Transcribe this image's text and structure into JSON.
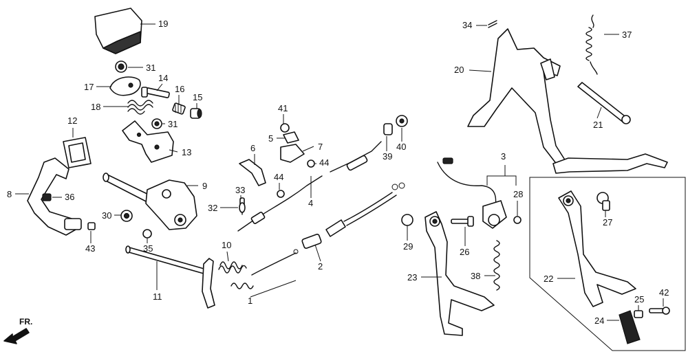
{
  "direction_label": "FR.",
  "callouts": [
    {
      "id": "1",
      "text": "1"
    },
    {
      "id": "2",
      "text": "2"
    },
    {
      "id": "3",
      "text": "3"
    },
    {
      "id": "4",
      "text": "4"
    },
    {
      "id": "5",
      "text": "5"
    },
    {
      "id": "6",
      "text": "6"
    },
    {
      "id": "7",
      "text": "7"
    },
    {
      "id": "8",
      "text": "8"
    },
    {
      "id": "9",
      "text": "9"
    },
    {
      "id": "10",
      "text": "10"
    },
    {
      "id": "11",
      "text": "11"
    },
    {
      "id": "12",
      "text": "12"
    },
    {
      "id": "13",
      "text": "13"
    },
    {
      "id": "14",
      "text": "14"
    },
    {
      "id": "15",
      "text": "15"
    },
    {
      "id": "16",
      "text": "16"
    },
    {
      "id": "17",
      "text": "17"
    },
    {
      "id": "18",
      "text": "18"
    },
    {
      "id": "19",
      "text": "19"
    },
    {
      "id": "20",
      "text": "20"
    },
    {
      "id": "21",
      "text": "21"
    },
    {
      "id": "22",
      "text": "22"
    },
    {
      "id": "23",
      "text": "23"
    },
    {
      "id": "24",
      "text": "24"
    },
    {
      "id": "25",
      "text": "25"
    },
    {
      "id": "26",
      "text": "26"
    },
    {
      "id": "27",
      "text": "27"
    },
    {
      "id": "28",
      "text": "28"
    },
    {
      "id": "29",
      "text": "29"
    },
    {
      "id": "30",
      "text": "30"
    },
    {
      "id": "31a",
      "text": "31"
    },
    {
      "id": "31b",
      "text": "31"
    },
    {
      "id": "32",
      "text": "32"
    },
    {
      "id": "33",
      "text": "33"
    },
    {
      "id": "34",
      "text": "34"
    },
    {
      "id": "35",
      "text": "35"
    },
    {
      "id": "36",
      "text": "36"
    },
    {
      "id": "37",
      "text": "37"
    },
    {
      "id": "38",
      "text": "38"
    },
    {
      "id": "39",
      "text": "39"
    },
    {
      "id": "40",
      "text": "40"
    },
    {
      "id": "41",
      "text": "41"
    },
    {
      "id": "42",
      "text": "42"
    },
    {
      "id": "43",
      "text": "43"
    },
    {
      "id": "44a",
      "text": "44"
    },
    {
      "id": "44b",
      "text": "44"
    }
  ]
}
